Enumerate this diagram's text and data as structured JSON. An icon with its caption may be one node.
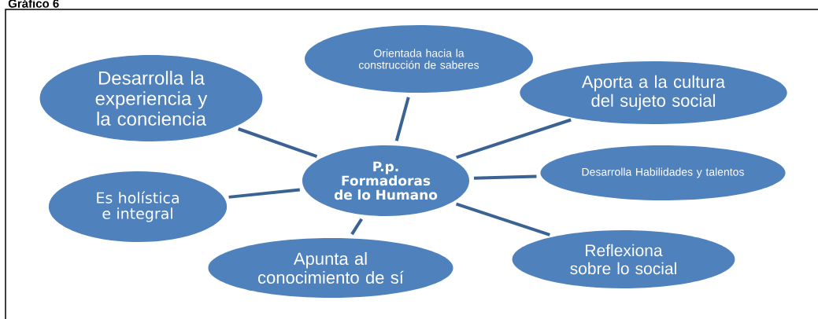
{
  "diagram": {
    "title": "Gráfico 6",
    "nodes": [
      {
        "text": [
          "P.p. Formadoras de lo Humano"
        ]
      },
      {
        "text": [
          "Orientada hacia la construcción de saberes"
        ]
      },
      {
        "text": [
          "Desarrolla la experiencia y la conciencia"
        ]
      },
      {
        "text": [
          "Aporta a la cultura del sujeto social"
        ]
      },
      {
        "text": [
          "Desarrolla Habilidades y talentos"
        ]
      },
      {
        "text": [
          "Es holística e integral"
        ]
      },
      {
        "text": [
          "Reflexiona sobre lo social"
        ]
      },
      {
        "text": [
          "Apunta al conocimiento de sí"
        ]
      }
    ],
    "edges": [
      {
        "from": 0,
        "to": 1,
        "arrow": "none"
      },
      {
        "from": 0,
        "to": 2,
        "arrow": "none"
      },
      {
        "from": 0,
        "to": 3,
        "arrow": "none"
      },
      {
        "from": 0,
        "to": 4,
        "arrow": "none"
      },
      {
        "from": 0,
        "to": 5,
        "arrow": "none"
      },
      {
        "from": 0,
        "to": 6,
        "arrow": "none"
      },
      {
        "from": 0,
        "to": 7,
        "arrow": "none"
      }
    ]
  }
}
